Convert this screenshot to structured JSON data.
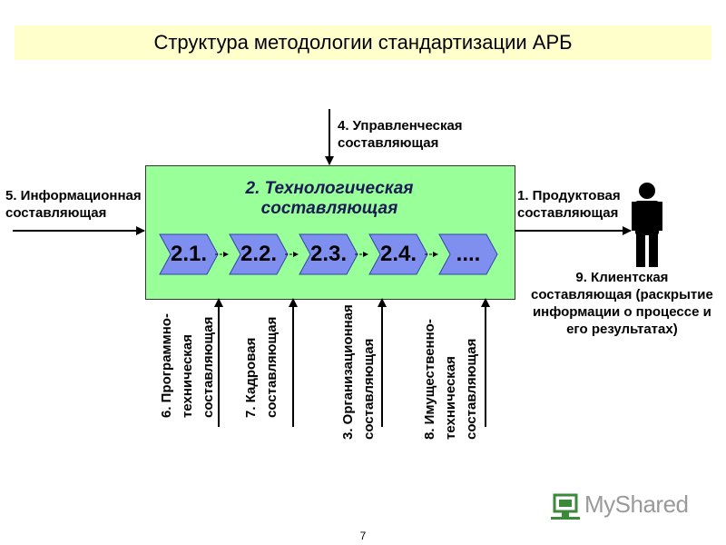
{
  "title": "Структура методологии стандартизации АРБ",
  "center": {
    "title": "2. Технологическая\nсоставляющая",
    "steps": [
      "2.1.",
      "2.2.",
      "2.3.",
      "2.4.",
      "...."
    ]
  },
  "inputs": {
    "top": "4. Управленческая\nсоставляющая",
    "left": "5. Информационная\nсоставляющая",
    "right": "1. Продуктовая\nсоставляющая"
  },
  "client": "9. Клиентская\nсоставляющая (раскрытие\nинформации о процессе и\nего результатах)",
  "bottom": [
    "6. Программно-\nтехническая\nсоставляющая",
    "7. Кадровая\nсоставляющая",
    "3. Организационная\nсоставляющая",
    "8. Имущественно-\nтехническая\nсоставляющая"
  ],
  "page_number": "7",
  "logo": "MyShared",
  "colors": {
    "title_bg": "#ffffcc",
    "box_fill": "#99ff99",
    "chevron_fill": "#7f8fef",
    "tech_title": "#1a1a55"
  },
  "icons": [
    "person-icon",
    "logo-icon"
  ]
}
